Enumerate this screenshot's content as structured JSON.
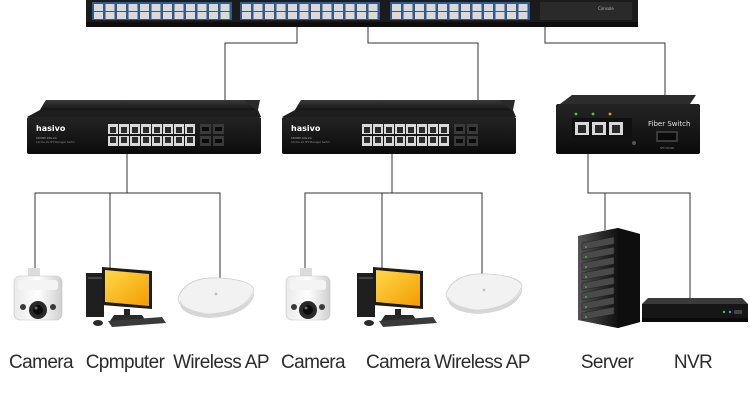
{
  "switches": [
    {
      "brand": "hasivo",
      "model": "S3000P-16G-2G",
      "subtitle": "16x1G+2G SFP Managed Switch"
    },
    {
      "brand": "hasivo",
      "model": "S3000P-16G-2G",
      "subtitle": "16x1G+2G SFP Managed Switch"
    }
  ],
  "media_converter": {
    "label": "Fiber Switch",
    "port_caption": "SFP UPLINK"
  },
  "core_switch": {
    "caption": "Console"
  },
  "devices": [
    {
      "label": "Camera",
      "icon": "bullet-camera-icon"
    },
    {
      "label": "Cpmputer",
      "icon": "desktop-computer-icon"
    },
    {
      "label": "Wireless AP",
      "icon": "wireless-ap-icon"
    },
    {
      "label": "Camera",
      "icon": "bullet-camera-icon"
    },
    {
      "label": "Camera",
      "icon": "desktop-computer-icon"
    },
    {
      "label": "Wireless AP",
      "icon": "wireless-ap-icon"
    },
    {
      "label": "Server",
      "icon": "server-rack-icon"
    },
    {
      "label": "NVR",
      "icon": "nvr-icon"
    }
  ],
  "colors": {
    "line": "#333333",
    "device_body": "#1c1c1c",
    "port_blue": "#1f6fc4",
    "monitor_screen": "#ffb400",
    "label_text": "#2b2b2b"
  }
}
